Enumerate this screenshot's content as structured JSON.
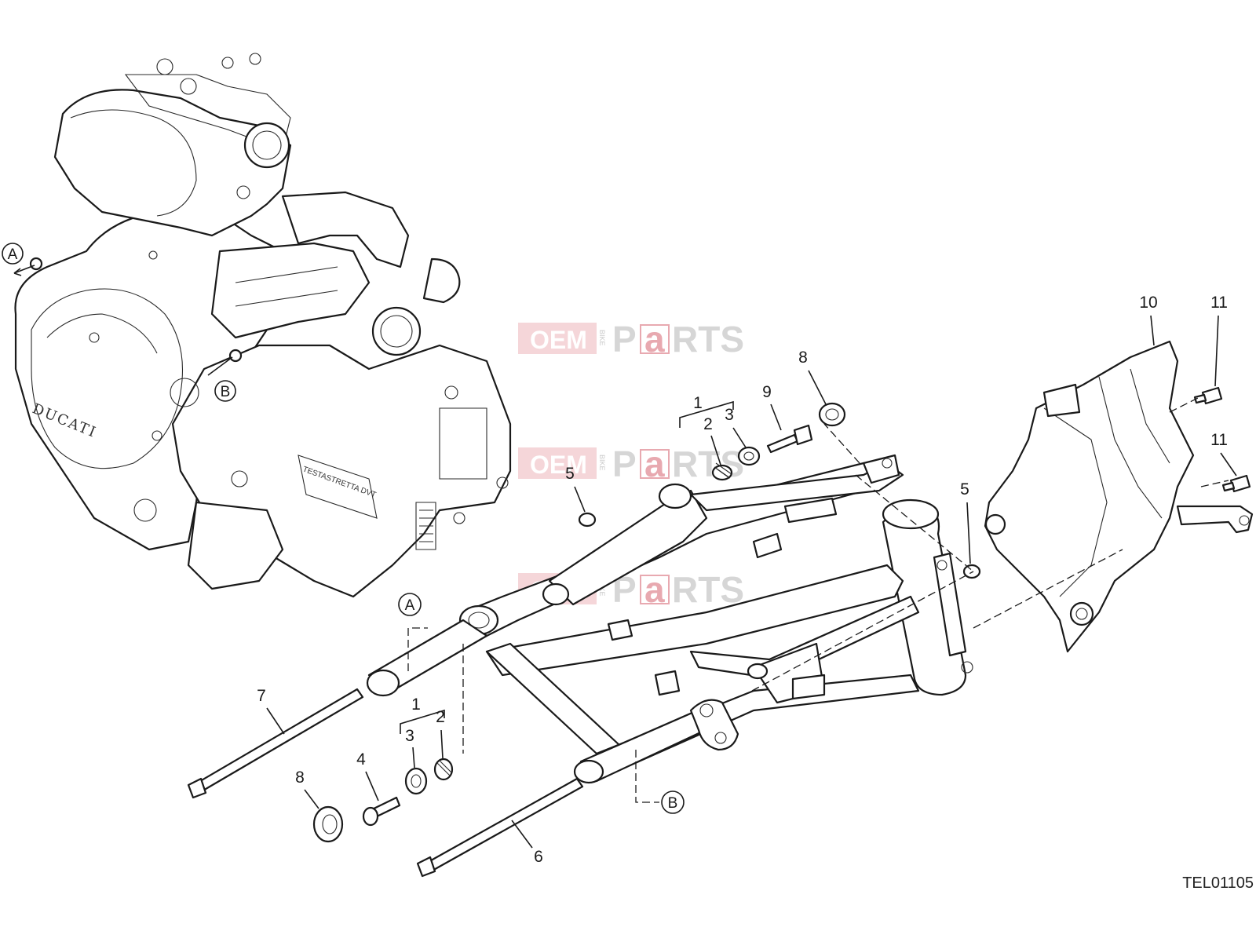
{
  "diagram": {
    "code": "TEL01105",
    "engine_brand": "DUCATI",
    "engine_badge": "TESTASTRETTA DVT",
    "refs": {
      "a": "A",
      "b": "B"
    },
    "callouts": {
      "c1_upper": "1",
      "c2_upper": "2",
      "c3_upper": "3",
      "c1_lower": "1",
      "c2_lower": "2",
      "c3_lower": "3",
      "c4": "4",
      "c5_left": "5",
      "c5_right": "5",
      "c6": "6",
      "c7": "7",
      "c8_upper": "8",
      "c8_lower": "8",
      "c9": "9",
      "c10": "10",
      "c11_upper": "11",
      "c11_lower": "11"
    }
  },
  "watermark": {
    "oem": "OEM",
    "bike": "BIKE",
    "parts_p": "P",
    "parts_a": "a",
    "parts_rts": "RTS"
  }
}
